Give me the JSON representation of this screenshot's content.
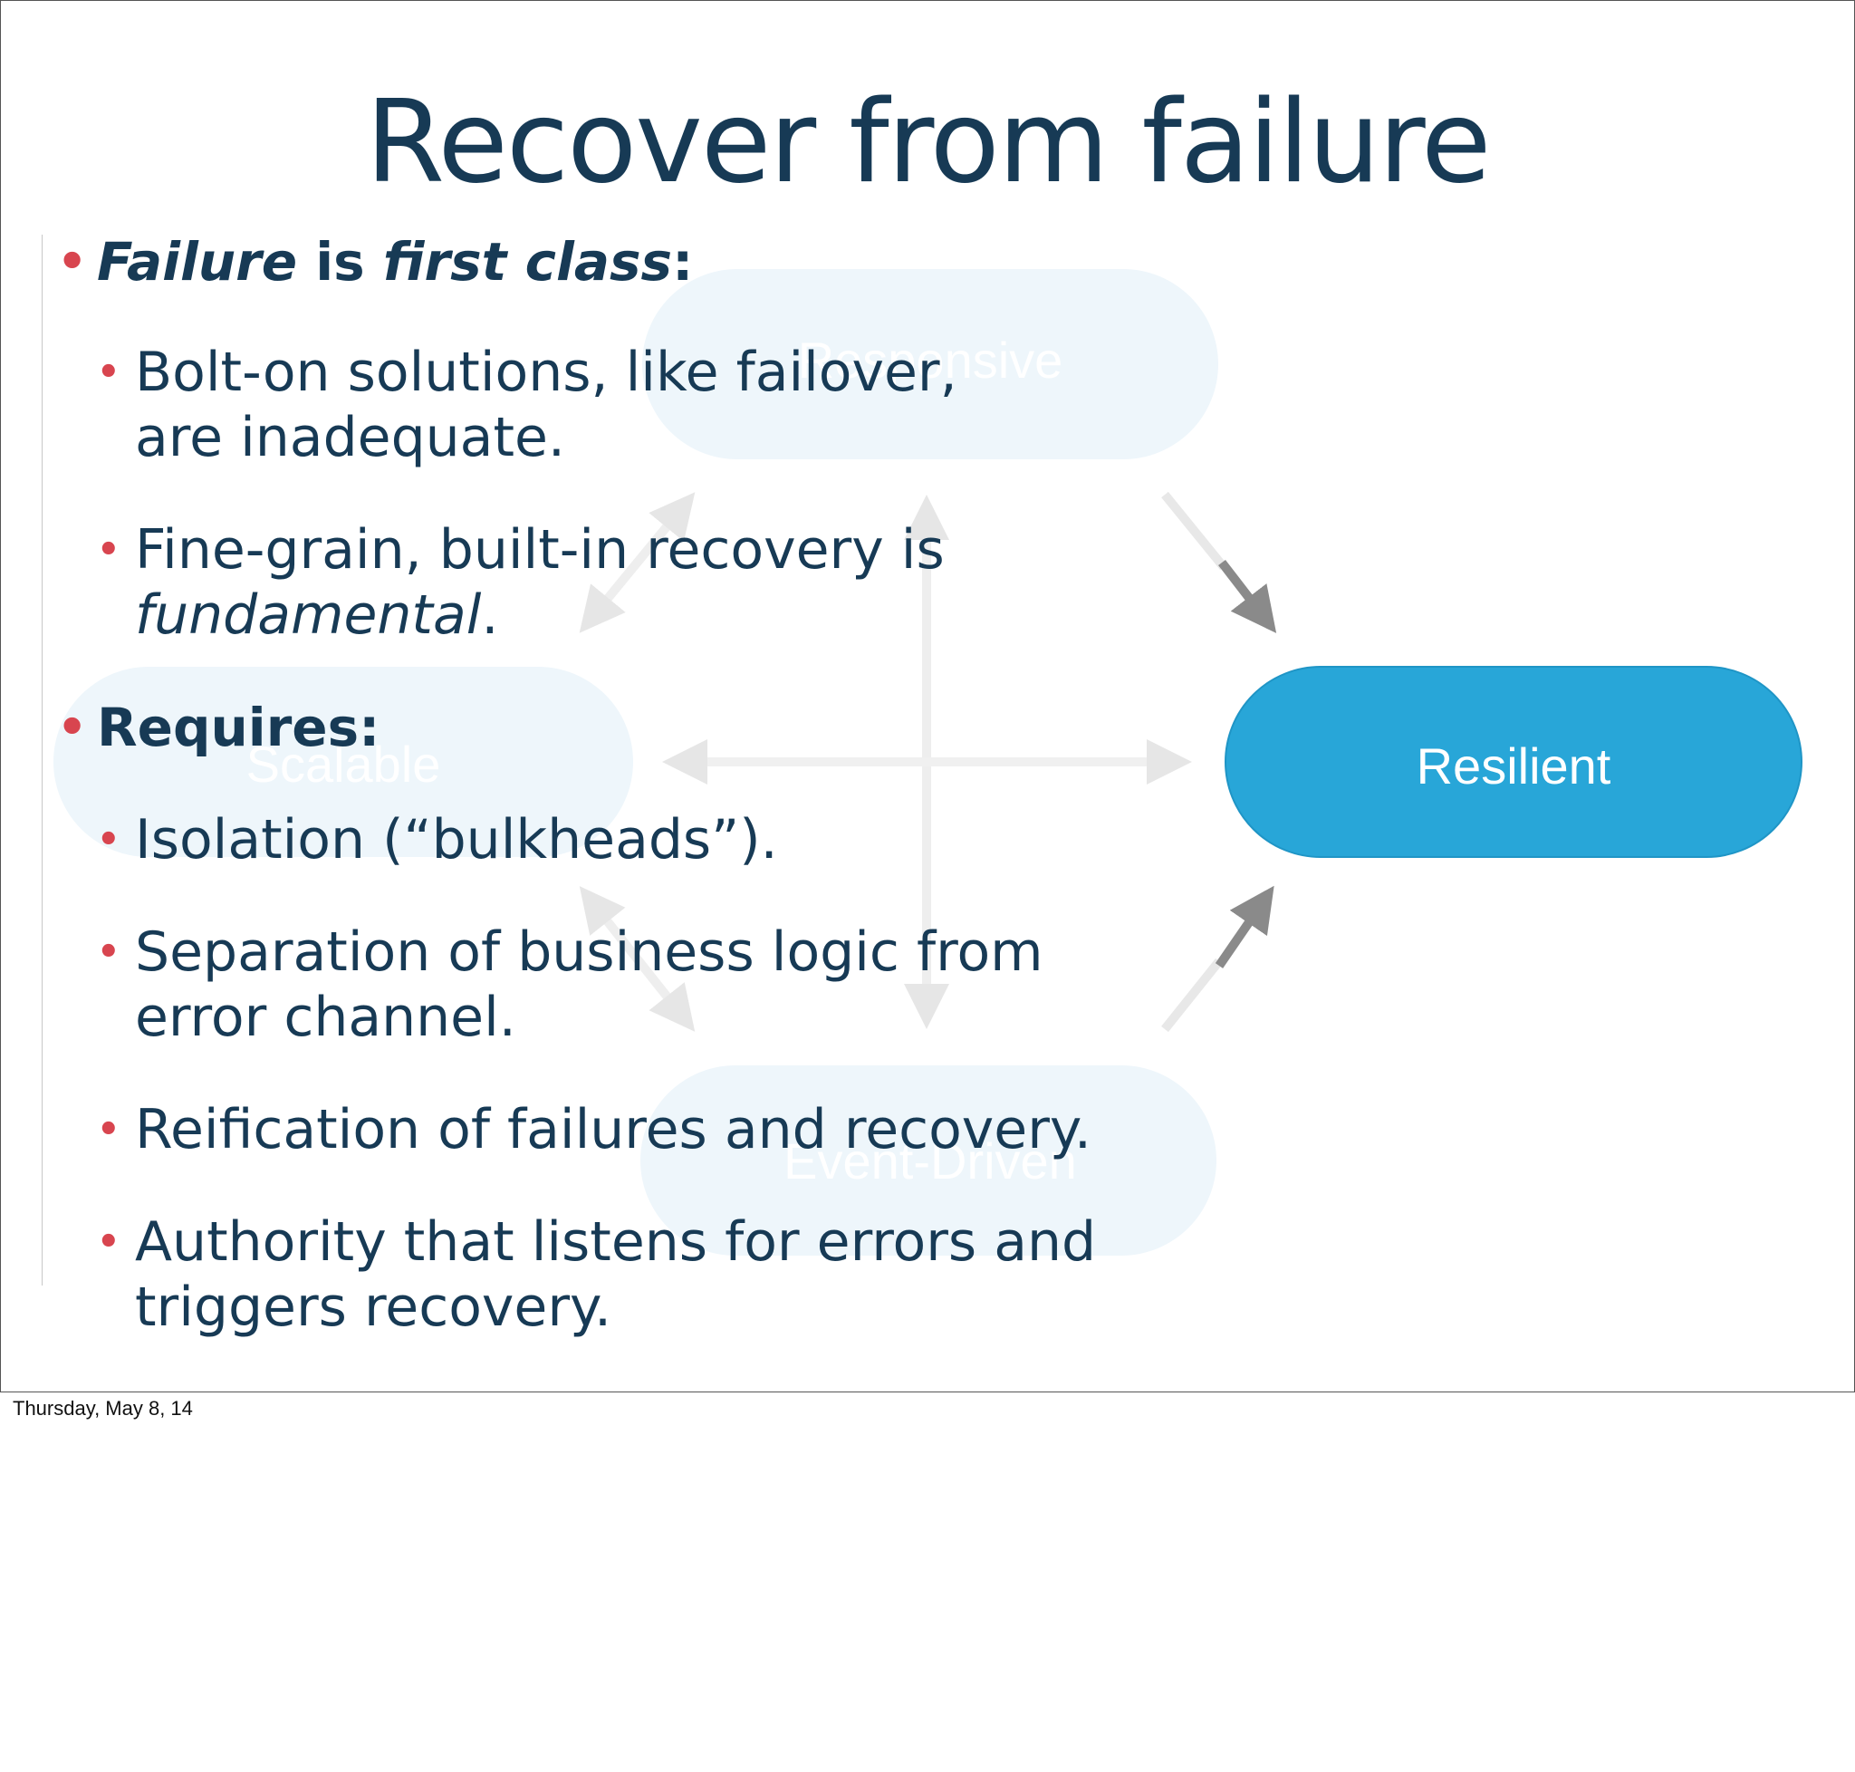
{
  "slide": {
    "title": "Recover from failure",
    "bullets": [
      {
        "level": 1,
        "parts": [
          {
            "text": "Failure",
            "italic": true
          },
          {
            "text": " is ",
            "italic": false
          },
          {
            "text": "first class",
            "italic": true
          },
          {
            "text": ":",
            "italic": false
          }
        ]
      },
      {
        "level": 2,
        "parts": [
          {
            "text": "Bolt-on solutions, like failover,  are inadequate.",
            "italic": false
          }
        ]
      },
      {
        "level": 2,
        "parts": [
          {
            "text": "Fine-grain, built-in recovery is ",
            "italic": false
          },
          {
            "text": "fundamental",
            "italic": true
          },
          {
            "text": ".",
            "italic": false
          }
        ]
      },
      {
        "level": 1,
        "parts": [
          {
            "text": "Requires:",
            "italic": false
          }
        ]
      },
      {
        "level": 2,
        "parts": [
          {
            "text": "Isolation (“bulkheads”).",
            "italic": false
          }
        ]
      },
      {
        "level": 2,
        "parts": [
          {
            "text": "Separation of business logic from error channel.",
            "italic": false
          }
        ]
      },
      {
        "level": 2,
        "parts": [
          {
            "text": "Reification of failures and recovery.",
            "italic": false
          }
        ]
      },
      {
        "level": 2,
        "parts": [
          {
            "text": "Authority that listens for errors and triggers recovery.",
            "italic": false
          }
        ]
      }
    ]
  },
  "diagram": {
    "nodes": [
      {
        "label": "Responsive",
        "faded": true
      },
      {
        "label": "Scalable",
        "faded": true
      },
      {
        "label": "Event-Driven",
        "faded": true
      },
      {
        "label": "Resilient",
        "faded": false
      }
    ],
    "colors": {
      "highlight_fill": "#28a6d8",
      "faded_fill": "#eef6fb",
      "arrow": "#8a8a8a"
    }
  },
  "footer": {
    "date": "Thursday, May 8, 14"
  },
  "colors": {
    "title": "#173a55",
    "bullet_dot": "#d8454f",
    "text": "#173a55"
  }
}
